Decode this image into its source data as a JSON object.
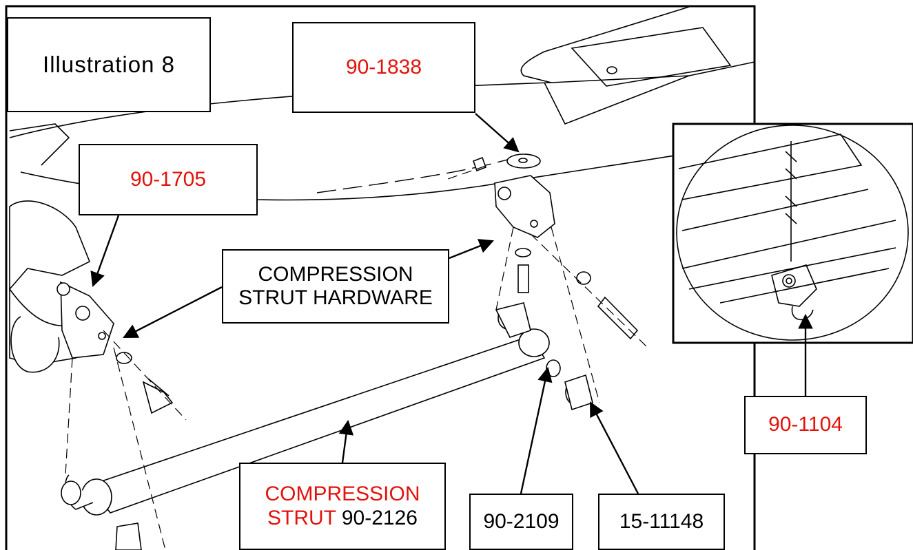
{
  "colors": {
    "part_number": "#e3120b",
    "text": "#000000",
    "line": "#000000",
    "background": "#ffffff"
  },
  "illustration": {
    "title": "Illustration 8"
  },
  "labels": {
    "part_90_1838": "90-1838",
    "part_90_1705": "90-1705",
    "part_90_1104": "90-1104",
    "hardware_line1": "COMPRESSION",
    "hardware_line2": "STRUT HARDWARE",
    "strut_line1": "COMPRESSION",
    "strut_line2_red": "STRUT",
    "strut_line2_part": "90-2126",
    "part_90_2109": "90-2109",
    "part_15_11148": "15-11148"
  },
  "icons": {
    "detail_view": "drill-detail-inset",
    "drawing": "frame-bracket-strut-drawing"
  }
}
